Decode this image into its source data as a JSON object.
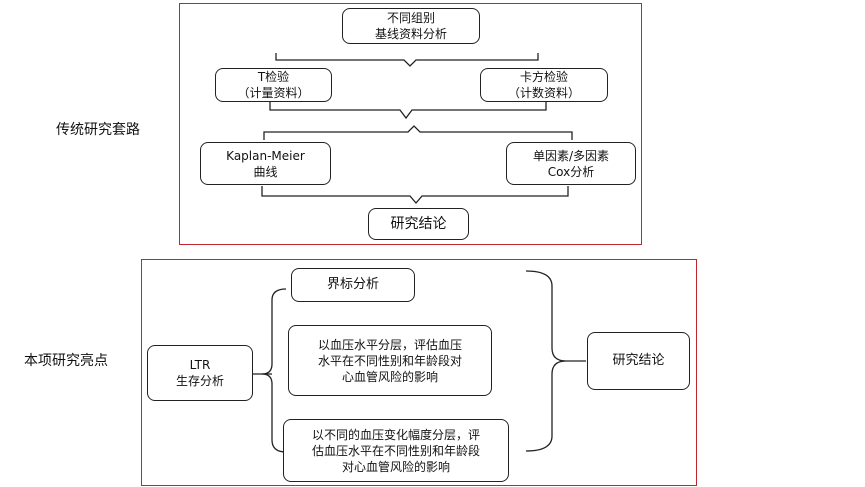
{
  "section_top": {
    "label": "传统研究套路",
    "baseline": {
      "line1": "不同组别",
      "line2": "基线资料分析"
    },
    "t_test": {
      "line1": "T检验",
      "line2": "（计量资料）"
    },
    "chi_test": {
      "line1": "卡方检验",
      "line2": "（计数资料）"
    },
    "km": {
      "line1": "Kaplan-Meier",
      "line2": "曲线"
    },
    "cox": {
      "line1": "单因素/多因素",
      "line2": "Cox分析"
    },
    "conclusion": "研究结论"
  },
  "section_bottom": {
    "label": "本项研究亮点",
    "ltr": {
      "line1": "LTR",
      "line2": "生存分析"
    },
    "cutoff": "界标分析",
    "bp_level": {
      "line1": "以血压水平分层，评估血压",
      "line2": "水平在不同性别和年龄段对",
      "line3": "心血管风险的影响"
    },
    "bp_change": {
      "line1": "以不同的血压变化幅度分层，评",
      "line2": "估血压水平在不同性别和年龄段",
      "line3": "对心血管风险的影响"
    },
    "conclusion": "研究结论"
  }
}
